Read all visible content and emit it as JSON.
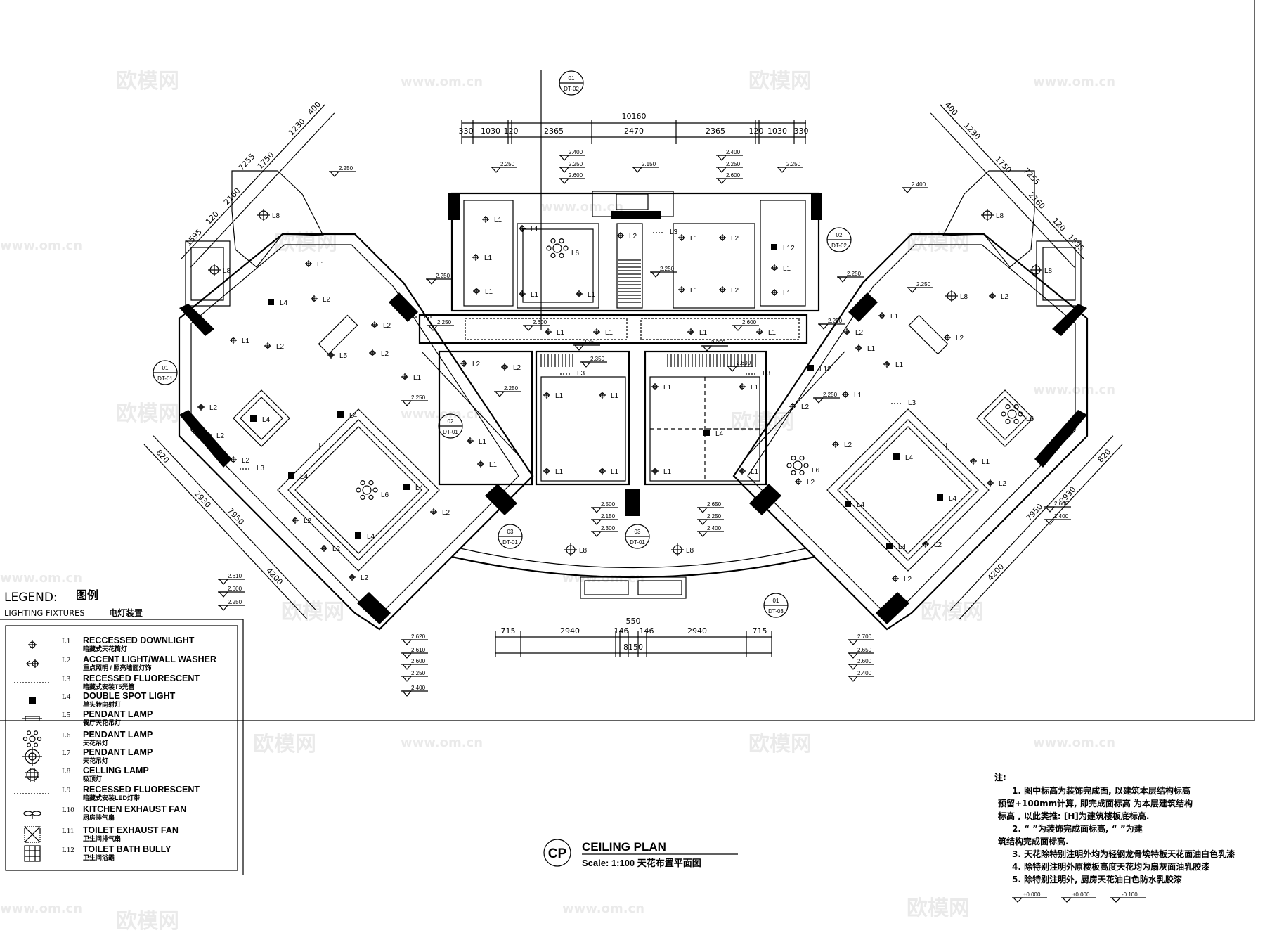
{
  "title": {
    "badge": "CP",
    "name": "CEILING PLAN",
    "scale": "Scale: 1:100 天花布置平面图"
  },
  "legend": {
    "title": "LEGEND:",
    "title_cn": "图例",
    "subtitle": "LIGHTING FIXTURES",
    "subtitle_cn": "电灯装置",
    "items": [
      {
        "code": "L1",
        "name": "RECCESSED DOWNLIGHT",
        "cn": "暗藏式天花筒灯",
        "icon": "downlight-icon"
      },
      {
        "code": "L2",
        "name": "ACCENT LIGHT/WALL WASHER",
        "cn": "重点照明 / 照亮墙面灯饰",
        "icon": "wall-washer-icon"
      },
      {
        "code": "L3",
        "name": "RECESSED FLUORESCENT",
        "cn": "暗藏式安装T5光管",
        "icon": "dashed-line-icon"
      },
      {
        "code": "L4",
        "name": "DOUBLE SPOT LIGHT",
        "cn": "单头转向射灯",
        "icon": "spot-light-icon"
      },
      {
        "code": "L5",
        "name": "PENDANT LAMP",
        "cn": "餐厅天花吊灯",
        "icon": "linear-pendant-icon"
      },
      {
        "code": "L6",
        "name": "PENDANT LAMP",
        "cn": "天花吊灯",
        "icon": "chandelier-icon"
      },
      {
        "code": "L7",
        "name": "PENDANT LAMP",
        "cn": "天花吊灯",
        "icon": "pendant-ring-icon"
      },
      {
        "code": "L8",
        "name": "CELLING LAMP",
        "cn": "吸顶灯",
        "icon": "ceiling-lamp-icon"
      },
      {
        "code": "L9",
        "name": "RECESSED FLUORESCENT",
        "cn": "暗藏式安装LED灯带",
        "icon": "dashed-line-icon"
      },
      {
        "code": "L10",
        "name": "KITCHEN  EXHAUST FAN",
        "cn": "厨房排气扇",
        "icon": "fan-icon"
      },
      {
        "code": "L11",
        "name": "TOILET EXHAUST FAN",
        "cn": "卫生间排气扇",
        "icon": "exhaust-box-icon"
      },
      {
        "code": "L12",
        "name": "TOILET BATH BULLY",
        "cn": "卫生间浴霸",
        "icon": "bath-heater-icon"
      }
    ]
  },
  "notes": {
    "heading": "注:",
    "lines": [
      "1. 图中标高为装饰完成面, 以建筑本层结构标高",
      "预留+100mm计算, 即完成面标高        为本层建筑结构",
      "标高        , 以此类推: [H]为建筑楼板底标高.",
      "2. “        ”为装饰完成面标高, “        ”为建",
      "筑结构完成面标高.",
      "3. 天花除特别注明外均为轻钢龙骨埃特板天花面油白色乳漆",
      "4. 除特别注明外原楼板高度天花均为扇灰面油乳胶漆",
      "5. 除特别注明外, 厨房天花油白色防水乳胶漆"
    ],
    "marks": [
      "±0.000",
      "±0.000",
      "-0.100"
    ]
  },
  "dimensions": {
    "top_total": "10160",
    "top": [
      "330",
      "1030",
      "120",
      "2365",
      "2470",
      "2365",
      "120",
      "1030",
      "330"
    ],
    "bottom_total": "8150",
    "bottom": [
      "715",
      "2940",
      "146",
      "550",
      "146",
      "2940",
      "715"
    ],
    "diag_top_left": [
      "1595",
      "120",
      "2160",
      "1750",
      "1230",
      "400",
      "7255"
    ],
    "diag_top_right": [
      "400",
      "1230",
      "1750",
      "7255",
      "2160",
      "120",
      "1595"
    ],
    "diag_bottom_left": [
      "820",
      "2930",
      "7950",
      "4200"
    ],
    "diag_bottom_right": [
      "820",
      "2930",
      "7950",
      "4200"
    ]
  },
  "sections": [
    {
      "num": "01",
      "ref": "DT-02"
    },
    {
      "num": "02",
      "ref": "DT-02"
    },
    {
      "num": "01",
      "ref": "DT-01"
    },
    {
      "num": "02",
      "ref": "DT-01"
    },
    {
      "num": "03",
      "ref": "DT-01"
    },
    {
      "num": "03",
      "ref": "DT-01"
    },
    {
      "num": "01",
      "ref": "DT-03"
    }
  ],
  "room_labels": [
    "L8",
    "L8",
    "L1",
    "L4",
    "L2",
    "L1",
    "L2",
    "L5",
    "L2",
    "L2",
    "L1",
    "L4",
    "L2",
    "L2",
    "L6",
    "L4",
    "L4",
    "L4",
    "L4",
    "L2",
    "L2",
    "L2",
    "L1",
    "L1",
    "L2",
    "L3",
    "L2",
    "L1",
    "L1",
    "L1",
    "L1",
    "L6",
    "L1",
    "L1",
    "L2",
    "L3",
    "L1",
    "L2",
    "L2",
    "L1",
    "L12",
    "L1",
    "L1",
    "L3",
    "L1",
    "L1",
    "L1",
    "L1",
    "L3",
    "L3",
    "L2",
    "L2",
    "L1",
    "L1",
    "L1",
    "L1",
    "L4",
    "L1",
    "L1",
    "L1",
    "L1",
    "L8",
    "L8",
    "L12",
    "L2",
    "L1",
    "L6",
    "L2",
    "L2",
    "L1",
    "L1",
    "L2",
    "L8",
    "L8",
    "L8",
    "L1",
    "L2",
    "L2",
    "L3",
    "L6",
    "L4",
    "L4",
    "L4",
    "L4",
    "L2",
    "L2",
    "L1",
    "L2"
  ],
  "elevations": [
    "2.250",
    "2.250",
    "2.400",
    "2.250",
    "2.600",
    "2.150",
    "2.400",
    "2.250",
    "2.600",
    "2.250",
    "2.400",
    "2.250",
    "2.250",
    "2.250",
    "2.600",
    "2.350",
    "2.350",
    "2.600",
    "2.250",
    "2.350",
    "2.600",
    "2.250",
    "2.250",
    "2.250",
    "2.250",
    "2.250",
    "2.500",
    "2.150",
    "2.300",
    "2.650",
    "2.250",
    "2.400",
    "2.610",
    "2.600",
    "2.250",
    "2.620",
    "2.610",
    "2.600",
    "2.250",
    "2.400",
    "2.700",
    "2.650",
    "2.600",
    "2.400",
    "2.600",
    "2.400"
  ],
  "watermarks": {
    "brand": "欧模网",
    "url": "www.om.cn"
  }
}
